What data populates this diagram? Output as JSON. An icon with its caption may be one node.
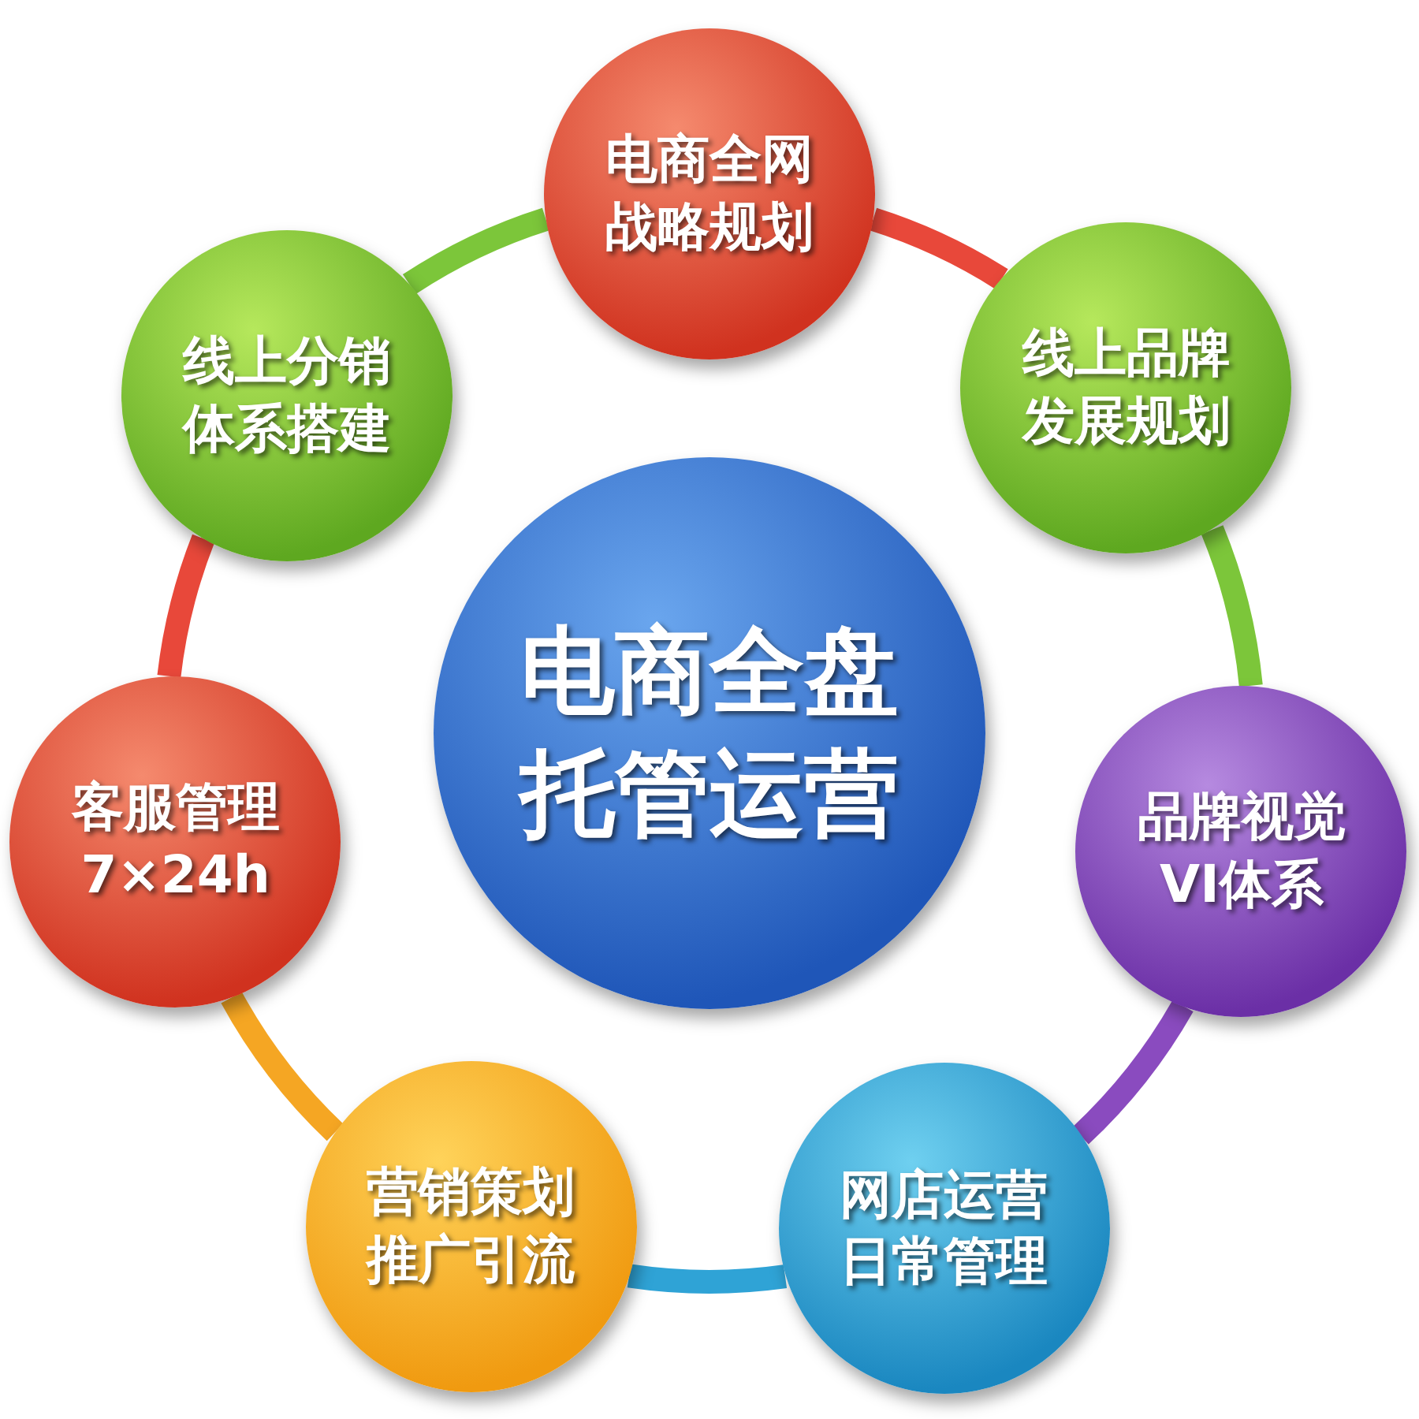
{
  "diagram": {
    "nodes": [
      {
        "text": [
          "电商全盘托管运营"
        ]
      },
      {
        "text": [
          "电商全网战略规划"
        ]
      },
      {
        "text": [
          "线上品牌发展规划"
        ]
      },
      {
        "text": [
          "品牌视觉VI体系"
        ]
      },
      {
        "text": [
          "网店运营日常管理"
        ]
      },
      {
        "text": [
          "营销策划推广引流"
        ]
      },
      {
        "text": [
          "客服管理7×24h"
        ]
      },
      {
        "text": [
          "线上分销体系搭建"
        ]
      }
    ],
    "edges": [
      {
        "from": 1,
        "to": 2,
        "arrow": "none",
        "color": "#e8483a"
      },
      {
        "from": 2,
        "to": 3,
        "arrow": "none",
        "color": "#7cc63a"
      },
      {
        "from": 3,
        "to": 4,
        "arrow": "none",
        "color": "#8a4bbf"
      },
      {
        "from": 4,
        "to": 5,
        "arrow": "none",
        "color": "#2fa3d6"
      },
      {
        "from": 5,
        "to": 6,
        "arrow": "none",
        "color": "#f5a623"
      },
      {
        "from": 6,
        "to": 7,
        "arrow": "none",
        "color": "#e8483a"
      },
      {
        "from": 7,
        "to": 1,
        "arrow": "none",
        "color": "#7cc63a"
      }
    ]
  }
}
